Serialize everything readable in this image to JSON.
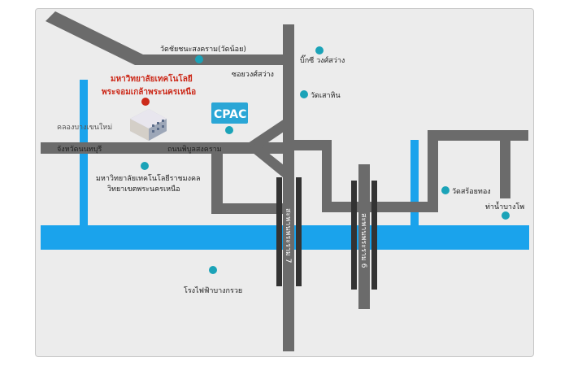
{
  "colors": {
    "background": "#ececec",
    "road": "#6b6b6b",
    "river": "#1aa3ec",
    "marker": "#1ba3b8",
    "highlight": "#cc2a1a",
    "bridge": "#333333",
    "cpac": "#2aa6d6"
  },
  "labels": {
    "wat_chaichana": "วัดชัยชนะสงคราม(วัดน้อย)",
    "bigc": "บิ๊กซี วงศ์สว่าง",
    "soi_wongsawang": "ซอยวงศ์สว่าง",
    "wat_sao_hin": "วัดเสาหิน",
    "university_line1": "มหาวิทยาลัยเทคโนโลยี",
    "university_line2": "พระจอมเกล้าพระนครเหนือ",
    "cpac_logo": "CPAC",
    "canal": "คลองบางเขนใหม่",
    "nonthaburi": "จังหวัดนนทบุรี",
    "phibun_road": "ถนนพิบูลสงคราม",
    "rmutsb_line1": "มหาวิทยาลัยเทคโนโลยีราชมงคล",
    "rmutsb_line2": "วิทยาเขตพระนครเหนือ",
    "wat_soi_thong": "วัดสร้อยทอง",
    "tha_nam_bang_pho": "ท่าน้ำบางโพ",
    "power_plant": "โรงไฟฟ้าบางกรวย",
    "bridge_7": "สะพานพระราม 7",
    "bridge_6": "สะพานพระราม 6"
  }
}
